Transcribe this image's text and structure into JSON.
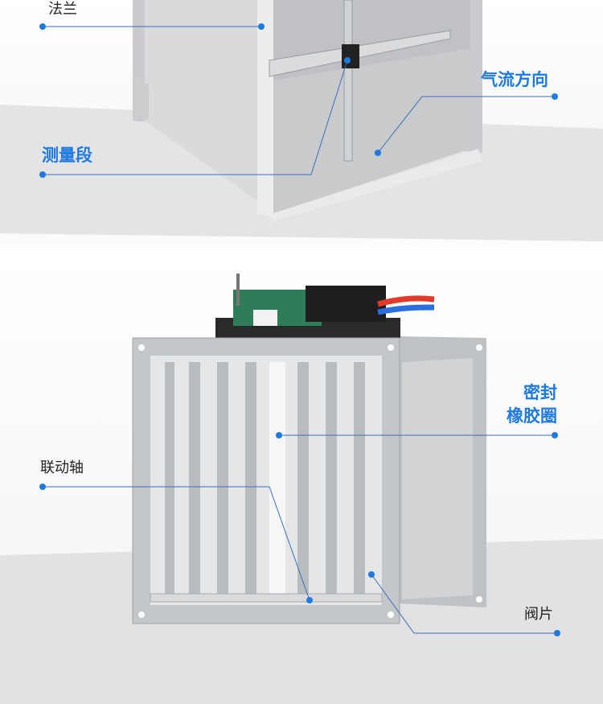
{
  "callouts": {
    "flange": "法兰",
    "measuring_section": "测量段",
    "airflow_direction": "气流方向",
    "seal_line1": "密封",
    "seal_line2": "橡胶圈",
    "linkage_shaft": "联动轴",
    "blade": "阀片"
  },
  "colors": {
    "accent_blue": "#1f7ae0",
    "label_dark": "#222222",
    "line_blue": "#3a6fb8"
  }
}
